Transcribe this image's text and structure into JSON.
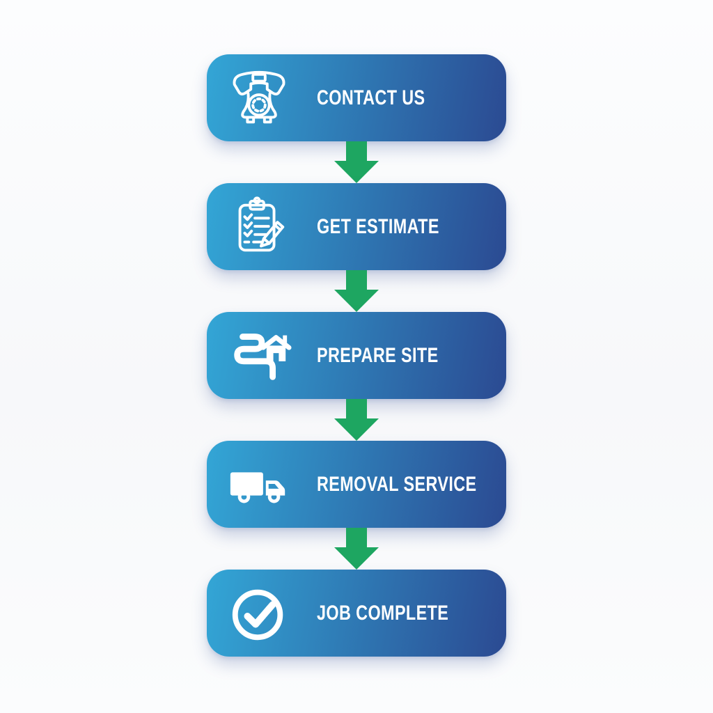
{
  "page": {
    "background_color": "#FAFBFC"
  },
  "flow": {
    "type": "vertical-process-flowchart",
    "block_gradient_start": "#33A6D6",
    "block_gradient_mid": "#2F7DB7",
    "block_gradient_end": "#2B4A92",
    "arrow_color": "#1EA661",
    "text_color": "#FFFFFF",
    "steps": [
      {
        "label": "CONTACT US",
        "icon": "phone-icon"
      },
      {
        "label": "GET ESTIMATE",
        "icon": "clipboard-checklist-icon"
      },
      {
        "label": "PREPARE SITE",
        "icon": "road-house-icon"
      },
      {
        "label": "REMOVAL SERVICE",
        "icon": "truck-icon"
      },
      {
        "label": "JOB COMPLETE",
        "icon": "check-circle-icon"
      }
    ]
  }
}
